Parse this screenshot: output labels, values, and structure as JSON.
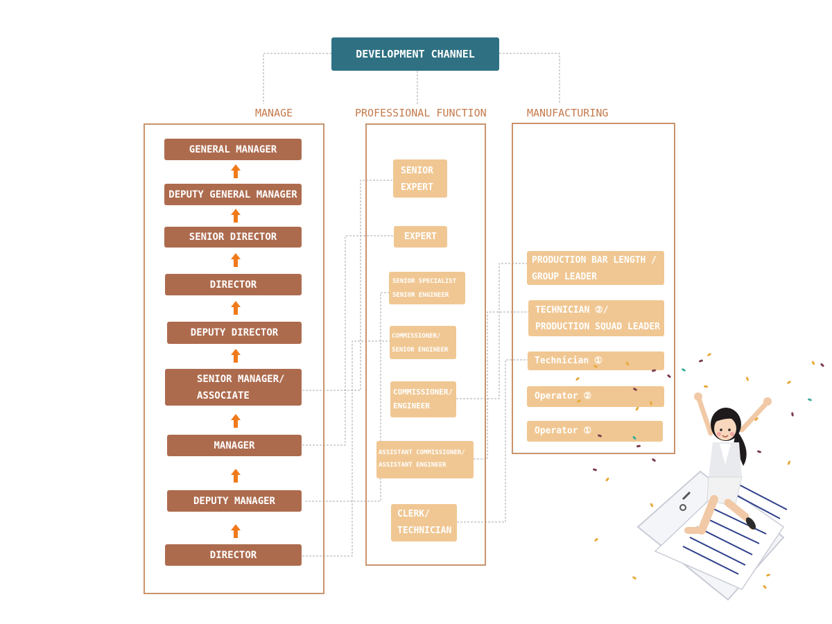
{
  "header": {
    "title": "DEVELOPMENT CHANNEL",
    "color": "#2f7183"
  },
  "columns": {
    "manage": {
      "title": "MANAGE",
      "items": [
        "GENERAL MANAGER",
        "DEPUTY GENERAL MANAGER",
        "SENIOR DIRECTOR",
        "DIRECTOR",
        "DEPUTY DIRECTOR",
        "SENIOR MANAGER/\nASSOCIATE",
        "MANAGER",
        "DEPUTY MANAGER",
        "DIRECTOR"
      ]
    },
    "professional": {
      "title": "PROFESSIONAL FUNCTION",
      "items": [
        "SENIOR\nEXPERT",
        "EXPERT",
        "SENIOR SPECIALIST\nSENIOR ENGINEER",
        "COMMISSIONER/\nSENIOR ENGINEER",
        "COMMISSIONER/\nENGINEER",
        "ASSISTANT COMMISSIONER/\nASSISTANT ENGINEER",
        "CLERK/\nTECHNICIAN"
      ]
    },
    "manufacturing": {
      "title": "MANUFACTURING",
      "items": [
        "PRODUCTION BAR LENGTH /\nGROUP LEADER",
        "TECHNICIAN ②/\nPRODUCTION SQUAD LEADER",
        "Technician ①",
        "Operator ②",
        "Operator ①"
      ]
    }
  },
  "colors": {
    "manage_box": "#ad6b4e",
    "professional_box": "#f0c793",
    "frame": "#c9936b",
    "title": "#c47a4b",
    "arrow": "#f07a1a",
    "connector": "#a8a8a8"
  },
  "illustration": "celebrating-woman-jumping-on-document-with-confetti"
}
